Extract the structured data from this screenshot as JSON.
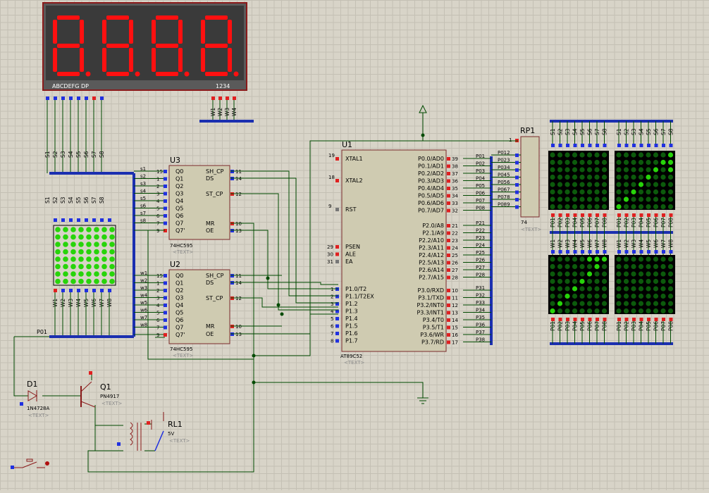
{
  "colors": {
    "wire": "#004a00",
    "chip": "#cfcbb1",
    "chipBorder": "#7a2a2a",
    "bus": "#1b2fb0",
    "pinRed": "#e02020",
    "pinBlue": "#2030e0",
    "ledOn": "#27d40a",
    "ledOff": "#0c5a0c",
    "segOn": "#ff1010"
  },
  "display": {
    "label_left": "ABCDEFG DP",
    "label_right": "1234",
    "bottom_pins": [
      "W1",
      "W2",
      "W3",
      "W4"
    ]
  },
  "seg_lines": [
    "S1",
    "S2",
    "S3",
    "S4",
    "S5",
    "S6",
    "S7",
    "S8"
  ],
  "w_lines": [
    "W1",
    "W2",
    "W3",
    "W4",
    "W5",
    "W6",
    "W7",
    "W8"
  ],
  "u3": {
    "ref": "U3",
    "part": "74HC595",
    "text": "<TEXT>",
    "left_nets": [
      "s1",
      "s2",
      "s3",
      "s4",
      "s5",
      "s6",
      "s7",
      "s8"
    ],
    "left_nums": [
      "15",
      "1",
      "2",
      "3",
      "4",
      "5",
      "6",
      "7",
      "9"
    ],
    "left_pins": [
      "Q0",
      "Q1",
      "Q2",
      "Q3",
      "Q4",
      "Q5",
      "Q6",
      "Q7",
      "Q7'"
    ],
    "right_pins": [
      "SH_CP",
      "DS",
      "ST_CP",
      "MR",
      "OE"
    ],
    "right_nums": [
      "11",
      "14",
      "12",
      "10",
      "13"
    ]
  },
  "u2": {
    "ref": "U2",
    "part": "74HC595",
    "text": "<TEXT>",
    "left_nets": [
      "w1",
      "w2",
      "w3",
      "w4",
      "w5",
      "w6",
      "w7",
      "w8"
    ],
    "left_nums": [
      "15",
      "1",
      "2",
      "3",
      "4",
      "5",
      "6",
      "7",
      "9"
    ],
    "left_pins": [
      "Q0",
      "Q1",
      "Q2",
      "Q3",
      "Q4",
      "Q5",
      "Q6",
      "Q7",
      "Q7'"
    ],
    "right_pins": [
      "SH_CP",
      "DS",
      "ST_CP",
      "MR",
      "OE"
    ],
    "right_nums": [
      "11",
      "14",
      "12",
      "10",
      "13"
    ]
  },
  "u1": {
    "ref": "U1",
    "part": "AT89C52",
    "text": "<TEXT>",
    "left_top": [
      {
        "num": "19",
        "name": "XTAL1"
      },
      {
        "num": "18",
        "name": "XTAL2"
      },
      {
        "num": "9",
        "name": "RST"
      }
    ],
    "left_ctrl": [
      {
        "num": "29",
        "name": "PSEN"
      },
      {
        "num": "30",
        "name": "ALE"
      },
      {
        "num": "31",
        "name": "EA"
      }
    ],
    "left_p1": [
      {
        "num": "1",
        "name": "P1.0/T2"
      },
      {
        "num": "2",
        "name": "P1.1/T2EX"
      },
      {
        "num": "3",
        "name": "P1.2"
      },
      {
        "num": "4",
        "name": "P1.3"
      },
      {
        "num": "5",
        "name": "P1.4"
      },
      {
        "num": "6",
        "name": "P1.5"
      },
      {
        "num": "7",
        "name": "P1.6"
      },
      {
        "num": "8",
        "name": "P1.7"
      }
    ],
    "right_p0": [
      {
        "num": "39",
        "name": "P0.0/AD0",
        "net": "P01"
      },
      {
        "num": "38",
        "name": "P0.1/AD1",
        "net": "P02"
      },
      {
        "num": "37",
        "name": "P0.2/AD2",
        "net": "P03"
      },
      {
        "num": "36",
        "name": "P0.3/AD3",
        "net": "P04"
      },
      {
        "num": "35",
        "name": "P0.4/AD4",
        "net": "P05"
      },
      {
        "num": "34",
        "name": "P0.5/AD5",
        "net": "P06"
      },
      {
        "num": "33",
        "name": "P0.6/AD6",
        "net": "P07"
      },
      {
        "num": "32",
        "name": "P0.7/AD7",
        "net": "P08"
      }
    ],
    "right_p2": [
      {
        "num": "21",
        "name": "P2.0/A8",
        "net": "P21"
      },
      {
        "num": "22",
        "name": "P2.1/A9",
        "net": "P22"
      },
      {
        "num": "23",
        "name": "P2.2/A10",
        "net": "P23"
      },
      {
        "num": "24",
        "name": "P2.3/A11",
        "net": "P24"
      },
      {
        "num": "25",
        "name": "P2.4/A12",
        "net": "P25"
      },
      {
        "num": "26",
        "name": "P2.5/A13",
        "net": "P26"
      },
      {
        "num": "27",
        "name": "P2.6/A14",
        "net": "P27"
      },
      {
        "num": "28",
        "name": "P2.7/A15",
        "net": "P28"
      }
    ],
    "right_p3": [
      {
        "num": "10",
        "name": "P3.0/RXD",
        "net": "P31"
      },
      {
        "num": "11",
        "name": "P3.1/TXD",
        "net": "P32"
      },
      {
        "num": "12",
        "name": "P3.2/INT0",
        "net": "P33"
      },
      {
        "num": "13",
        "name": "P3.3/INT1",
        "net": "P34"
      },
      {
        "num": "14",
        "name": "P3.4/T0",
        "net": "P35"
      },
      {
        "num": "15",
        "name": "P3.5/T1",
        "net": "P36"
      },
      {
        "num": "16",
        "name": "P3.6/WR",
        "net": "P37"
      },
      {
        "num": "17",
        "name": "P3.7/RD",
        "net": "P38"
      }
    ]
  },
  "rp1": {
    "ref": "RP1",
    "value": "74",
    "text": "<TEXT>",
    "pin1": "1",
    "nets": [
      "P012",
      "P023",
      "P034",
      "P045",
      "P056",
      "P067",
      "P078",
      "P089"
    ]
  },
  "matrix_top_labels": [
    "S1",
    "S2",
    "S3",
    "S4",
    "S5",
    "S6",
    "S7",
    "S8"
  ],
  "matrix_mid_labels": [
    "W1",
    "W2",
    "W3",
    "W4",
    "W5",
    "W6",
    "W7",
    "W8"
  ],
  "matrix_bottom_labels": [
    "P01",
    "P02",
    "P03",
    "P04",
    "P05",
    "P06",
    "P07",
    "P08"
  ],
  "p01_label": "P01",
  "d1": {
    "ref": "D1",
    "part": "1N4728A",
    "text": "<TEXT>"
  },
  "q1": {
    "ref": "Q1",
    "part": "PN4917",
    "text": "<TEXT>"
  },
  "rl1": {
    "ref": "RL1",
    "value": "5V",
    "text": "<TEXT>"
  }
}
